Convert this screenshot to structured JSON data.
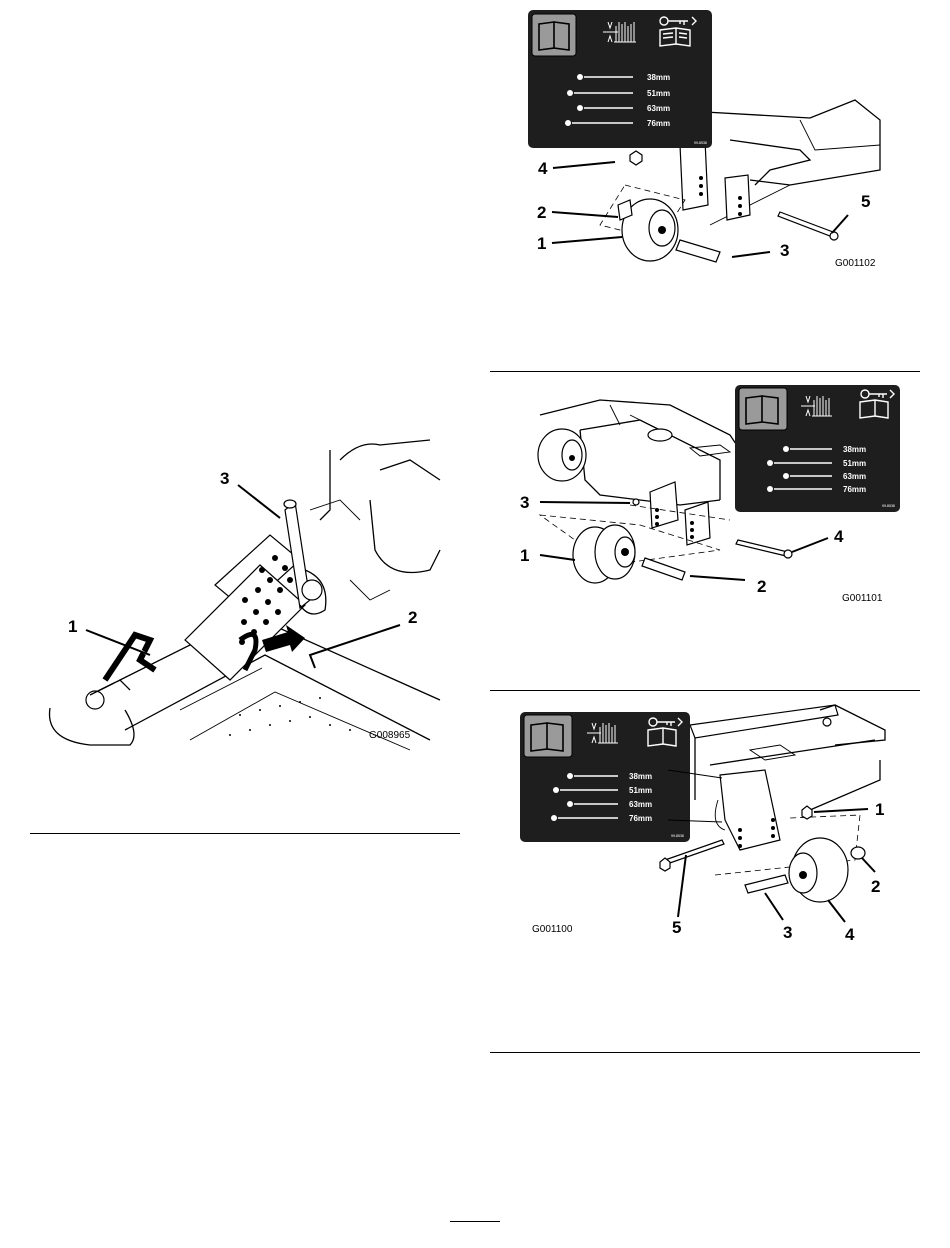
{
  "figures": [
    {
      "id": "left",
      "code": "G008965",
      "callouts": [
        "1",
        "2",
        "3"
      ]
    },
    {
      "id": "top-right",
      "code": "G001102",
      "callouts": [
        "1",
        "2",
        "3",
        "4",
        "5"
      ],
      "decal": {
        "heights": [
          "38mm",
          "51mm",
          "63mm",
          "76mm"
        ],
        "code": "99-8538"
      }
    },
    {
      "id": "middle-right",
      "code": "G001101",
      "callouts": [
        "1",
        "2",
        "3",
        "4"
      ],
      "decal": {
        "heights": [
          "38mm",
          "51mm",
          "63mm",
          "76mm"
        ],
        "code": "99-8538"
      }
    },
    {
      "id": "bottom-right",
      "code": "G001100",
      "callouts": [
        "1",
        "2",
        "3",
        "4",
        "5"
      ],
      "decal": {
        "heights": [
          "38mm",
          "51mm",
          "63mm",
          "76mm"
        ],
        "code": "99-8538"
      }
    }
  ]
}
